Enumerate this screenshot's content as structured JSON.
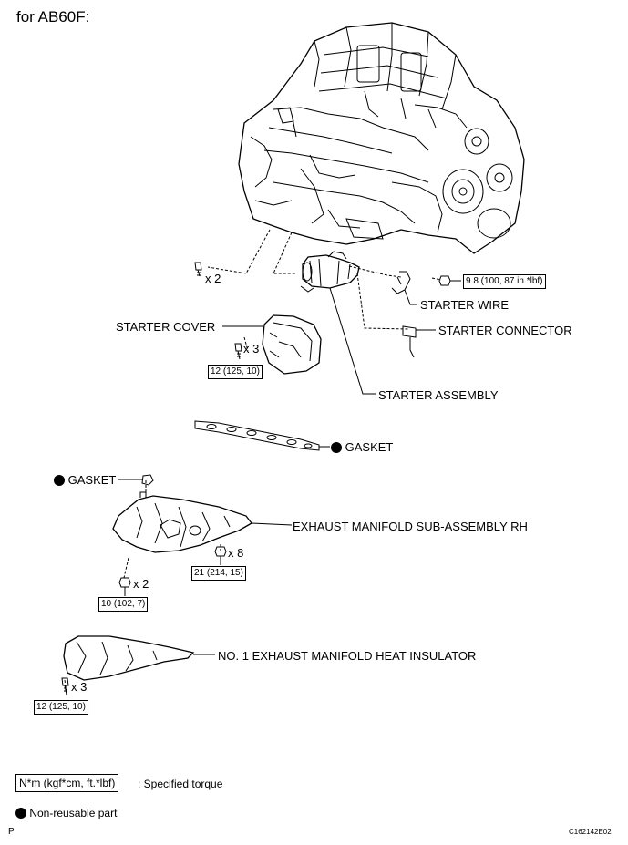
{
  "header": "for AB60F:",
  "labels": {
    "starter_wire": "STARTER WIRE",
    "starter_connector": "STARTER CONNECTOR",
    "starter_cover": "STARTER COVER",
    "starter_assembly": "STARTER ASSEMBLY",
    "gasket_upper": "GASKET",
    "gasket_left": "GASKET",
    "exhaust_manifold": "EXHAUST MANIFOLD SUB-ASSEMBLY RH",
    "heat_insulator": "NO. 1 EXHAUST MANIFOLD HEAT INSULATOR"
  },
  "quantities": {
    "starter_bolts": "x 2",
    "cover_bolts": "x 3",
    "manifold_nuts": "x 8",
    "manifold_studs": "x 2",
    "insulator_bolts": "x 3"
  },
  "torques": {
    "starter_wire_nut": "9.8 (100, 87 in.*lbf)",
    "cover_bolts": "12 (125, 10)",
    "manifold_nuts": "21 (214, 15)",
    "manifold_studs": "10 (102, 7)",
    "insulator_bolts": "12 (125, 10)"
  },
  "legend": {
    "torque_unit": "N*m (kgf*cm, ft.*lbf)",
    "torque_desc": ": Specified torque",
    "non_reusable": "Non-reusable part"
  },
  "footer": {
    "page_letter": "P",
    "figure_code": "C162142E02"
  }
}
